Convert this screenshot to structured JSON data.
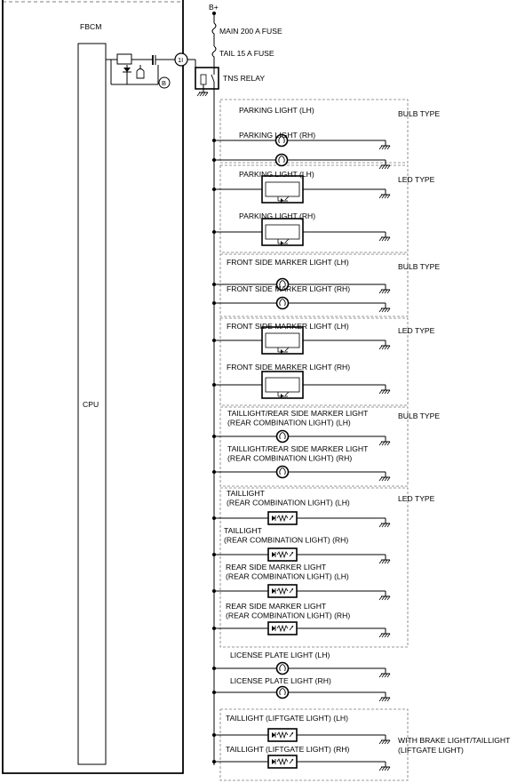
{
  "supply": {
    "b_plus": "B+",
    "main_fuse": "MAIN 200 A FUSE",
    "tail_fuse": "TAIL 15 A FUSE",
    "relay": "TNS RELAY"
  },
  "module": {
    "name": "FBCM",
    "cpu": "CPU",
    "terminal": "1I",
    "connector_ref": "B"
  },
  "groups": {
    "bulb1": "BULB TYPE",
    "led1": "LED TYPE",
    "bulb2": "BULB TYPE",
    "led2": "LED TYPE",
    "bulb3": "BULB TYPE",
    "led3": "LED TYPE",
    "brake": [
      "WITH BRAKE LIGHT/TAILLIGHT",
      "(LIFTGATE LIGHT)"
    ]
  },
  "loads": {
    "parking_lh_bulb": "PARKING LIGHT (LH)",
    "parking_rh_bulb": "PARKING LIGHT (RH)",
    "parking_lh_led": "PARKING LIGHT (LH)",
    "parking_rh_led": "PARKING LIGHT (RH)",
    "front_marker_lh_bulb": "FRONT SIDE MARKER LIGHT (LH)",
    "front_marker_rh_bulb": "FRONT SIDE MARKER LIGHT (RH)",
    "front_marker_lh_led": "FRONT SIDE MARKER LIGHT (LH)",
    "front_marker_rh_led": "FRONT SIDE MARKER LIGHT (RH)",
    "tail_rear_marker_lh_bulb": [
      "TAILLIGHT/REAR SIDE MARKER LIGHT",
      "(REAR COMBINATION LIGHT) (LH)"
    ],
    "tail_rear_marker_rh_bulb": [
      "TAILLIGHT/REAR SIDE MARKER LIGHT",
      "(REAR COMBINATION LIGHT) (RH)"
    ],
    "taillight_lh_led": [
      "TAILLIGHT",
      "(REAR COMBINATION LIGHT) (LH)"
    ],
    "taillight_rh_led": [
      "TAILLIGHT",
      "(REAR COMBINATION LIGHT) (RH)"
    ],
    "rear_marker_lh_led": [
      "REAR SIDE MARKER LIGHT",
      "(REAR COMBINATION LIGHT) (LH)"
    ],
    "rear_marker_rh_led": [
      "REAR SIDE MARKER LIGHT",
      "(REAR COMBINATION LIGHT) (RH)"
    ],
    "license_lh": "LICENSE PLATE LIGHT (LH)",
    "license_rh": "LICENSE PLATE LIGHT (RH)",
    "liftgate_lh": "TAILLIGHT (LIFTGATE LIGHT) (LH)",
    "liftgate_rh": "TAILLIGHT (LIFTGATE LIGHT) (RH)"
  }
}
